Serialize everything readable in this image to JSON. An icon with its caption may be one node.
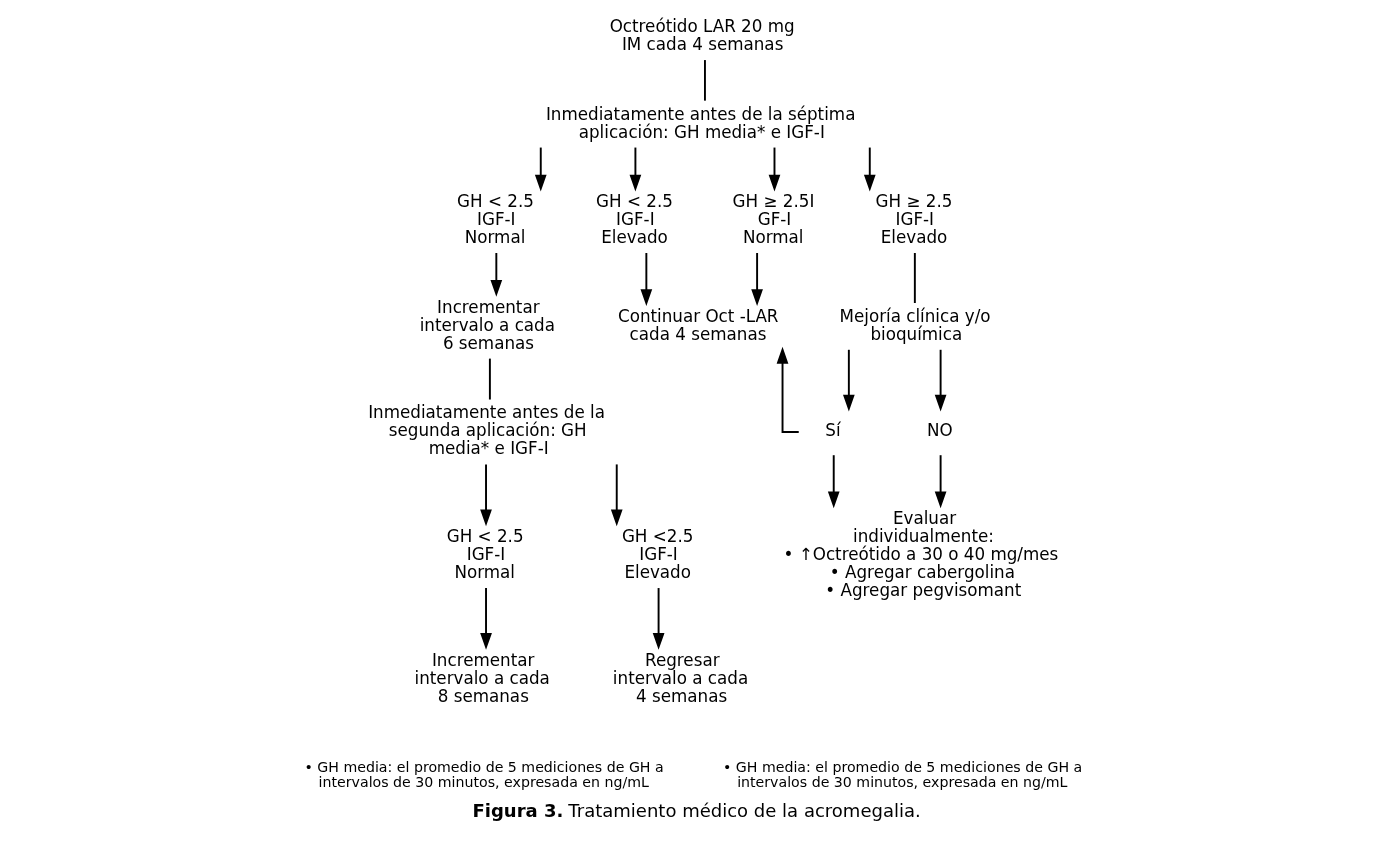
{
  "diagram": {
    "caption": "**Figura 3.** Tratamiento médico de la acromegalia.",
    "nodes": [
      {
        "text": [
          "Octreótido LAR 20 mg IM cada 4 semanas"
        ]
      },
      {
        "text": [
          "Inmediatamente antes de la séptima aplicación: GH media* e IGF-I"
        ]
      },
      {
        "text": [
          "GH < 2.5 IGF-I Normal"
        ]
      },
      {
        "text": [
          "GH < 2.5 IGF-I Elevado"
        ]
      },
      {
        "text": [
          "GH ≥ 2.5I GF-I Normal"
        ]
      },
      {
        "text": [
          "GH ≥ 2.5 IGF-I Elevado"
        ]
      },
      {
        "text": [
          "Incrementar intervalo a cada 6 semanas"
        ]
      },
      {
        "text": [
          "Continuar Oct -LAR cada 4 semanas"
        ]
      },
      {
        "text": [
          "Mejoría clínica y/o bioquímica"
        ]
      },
      {
        "text": [
          "Inmediatamente antes de la segunda aplicación: GH media* e IGF-I"
        ]
      },
      {
        "text": [
          "Sí"
        ]
      },
      {
        "text": [
          "NO"
        ]
      },
      {
        "text": [
          "GH < 2.5 IGF-I Normal"
        ]
      },
      {
        "text": [
          "GH <2.5 IGF-I Elevado"
        ]
      },
      {
        "text": [
          "Evaluar individualmente:",
          "• ↑Octreótido a 30 o 40 mg/mes",
          "• Agregar cabergolina",
          "• Agregar pegvisomant"
        ]
      },
      {
        "text": [
          "Incrementar intervalo a cada 8 semanas"
        ]
      },
      {
        "text": [
          "Regresar intervalo a cada 4 semanas"
        ]
      }
    ],
    "edges": [
      {
        "from": 0,
        "to": 1,
        "arrow": "none"
      },
      {
        "from": 1,
        "to": 2,
        "arrow": "to"
      },
      {
        "from": 1,
        "to": 3,
        "arrow": "to"
      },
      {
        "from": 1,
        "to": 4,
        "arrow": "to"
      },
      {
        "from": 1,
        "to": 5,
        "arrow": "to"
      },
      {
        "from": 2,
        "to": 6,
        "arrow": "to"
      },
      {
        "from": 3,
        "to": 7,
        "arrow": "to"
      },
      {
        "from": 4,
        "to": 7,
        "arrow": "to"
      },
      {
        "from": 5,
        "to": 8,
        "arrow": "none"
      },
      {
        "from": 6,
        "to": 9,
        "arrow": "none"
      },
      {
        "from": 8,
        "to": 10,
        "arrow": "to"
      },
      {
        "from": 8,
        "to": 11,
        "arrow": "to"
      },
      {
        "from": 10,
        "to": 7,
        "arrow": "to"
      },
      {
        "from": 9,
        "to": 12,
        "arrow": "to"
      },
      {
        "from": 9,
        "to": 13,
        "arrow": "to"
      },
      {
        "from": 10,
        "to": 14,
        "arrow": "to"
      },
      {
        "from": 11,
        "to": 14,
        "arrow": "to"
      },
      {
        "from": 12,
        "to": 15,
        "arrow": "to"
      },
      {
        "from": 13,
        "to": 16,
        "arrow": "to"
      }
    ],
    "labels": [
      "• GH media: el promedio de 5 mediciones de GH a intervalos de 30 minutos, expresada en ng/mL",
      "• GH media: el promedio de 5 mediciones de GH a intervalos de 30 minutos, expresada en ng/mL"
    ]
  }
}
